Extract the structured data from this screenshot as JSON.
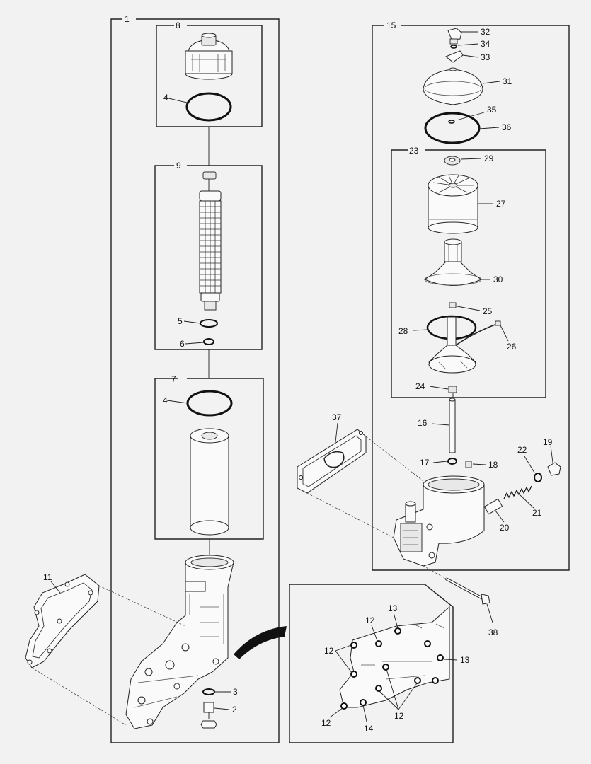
{
  "callouts": {
    "c1": "1",
    "c8": "8",
    "c4a": "4",
    "c9": "9",
    "c5": "5",
    "c6": "6",
    "c7": "7",
    "c4b": "4",
    "c11": "11",
    "c3": "3",
    "c2": "2",
    "c15": "15",
    "c32": "32",
    "c34": "34",
    "c33": "33",
    "c31": "31",
    "c35": "35",
    "c36": "36",
    "c23": "23",
    "c29": "29",
    "c27": "27",
    "c30": "30",
    "c25": "25",
    "c28": "28",
    "c26": "26",
    "c24": "24",
    "c37": "37",
    "c16": "16",
    "c17": "17",
    "c18": "18",
    "c22": "22",
    "c19": "19",
    "c21": "21",
    "c20": "20",
    "c38": "38",
    "c13a": "13",
    "c12a": "12",
    "c12b": "12",
    "c13b": "13",
    "c12c": "12",
    "c12d": "12",
    "c14": "14"
  },
  "drawing": {
    "parts": [
      "cap",
      "o-ring",
      "filter-insert",
      "seal-ring",
      "filter-element",
      "filter-housing",
      "gasket-left",
      "drain-plug",
      "centrifuge-cover",
      "centrifuge-rotor",
      "nozzle-base",
      "centrifuge-housing",
      "gasket-right",
      "bolt",
      "cooler-housing-detail"
    ]
  }
}
